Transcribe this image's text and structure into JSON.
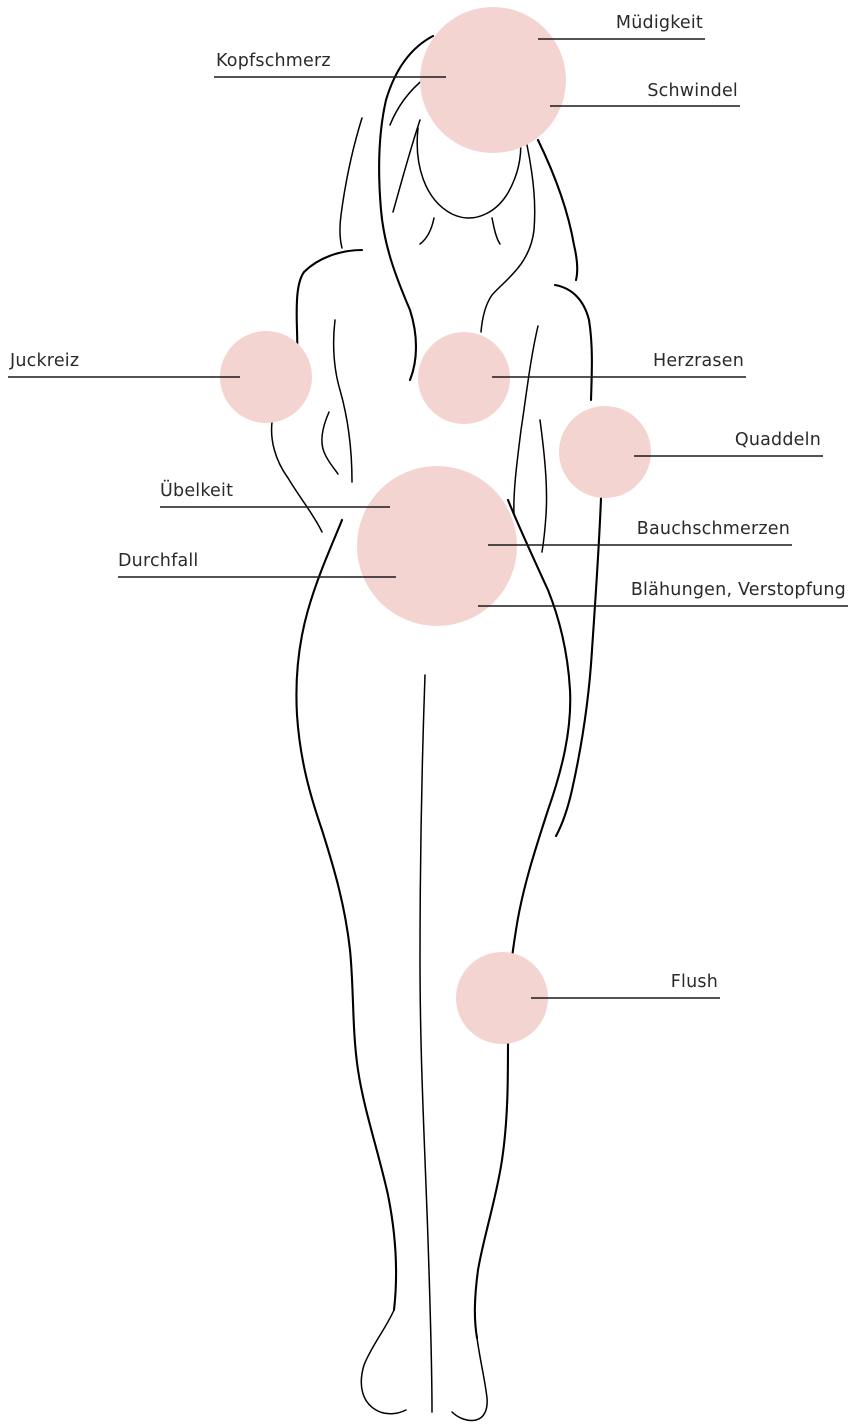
{
  "diagram": {
    "figure": "female-body-outline",
    "marker_color": "#f4d4d1",
    "line_color": "#1a1a1a",
    "symptoms": [
      {
        "id": "muedigkeit",
        "label": "Müdigkeit"
      },
      {
        "id": "kopfschmerz",
        "label": "Kopfschmerz"
      },
      {
        "id": "schwindel",
        "label": "Schwindel"
      },
      {
        "id": "juckreiz",
        "label": "Juckreiz"
      },
      {
        "id": "herzrasen",
        "label": "Herzrasen"
      },
      {
        "id": "quaddeln",
        "label": "Quaddeln"
      },
      {
        "id": "uebelkeit",
        "label": "Übelkeit"
      },
      {
        "id": "bauchschmerzen",
        "label": "Bauchschmerzen"
      },
      {
        "id": "durchfall",
        "label": "Durchfall"
      },
      {
        "id": "blaehungen",
        "label": "Blähungen, Verstopfung"
      },
      {
        "id": "flush",
        "label": "Flush"
      }
    ]
  }
}
